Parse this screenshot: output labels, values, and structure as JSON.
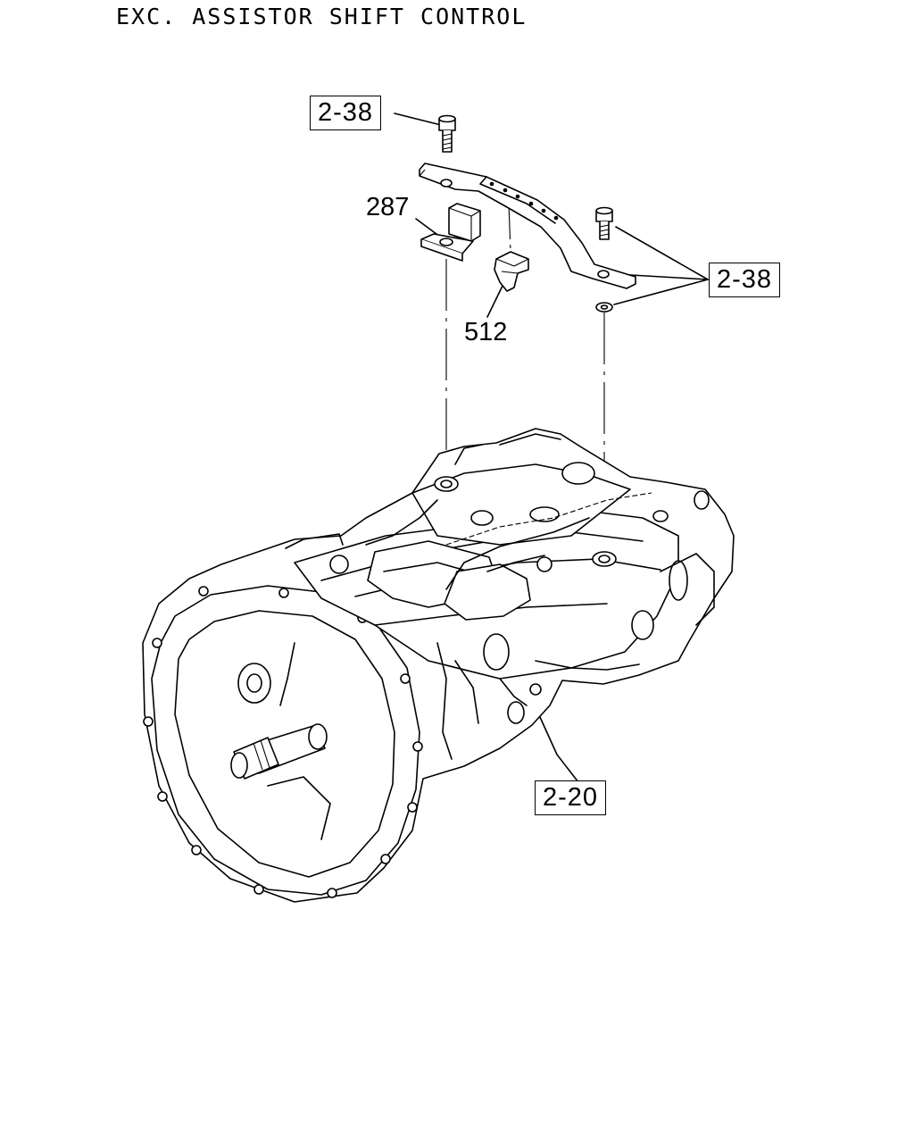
{
  "header": {
    "title": "EXC. ASSISTOR SHIFT CONTROL"
  },
  "callouts": [
    {
      "id": "ref-2-38-top",
      "text": "2-38",
      "boxed": true
    },
    {
      "id": "part-287",
      "text": "287",
      "boxed": false
    },
    {
      "id": "ref-2-38-right",
      "text": "2-38",
      "boxed": true
    },
    {
      "id": "part-512",
      "text": "512",
      "boxed": false
    },
    {
      "id": "ref-2-20",
      "text": "2-20",
      "boxed": true
    }
  ]
}
